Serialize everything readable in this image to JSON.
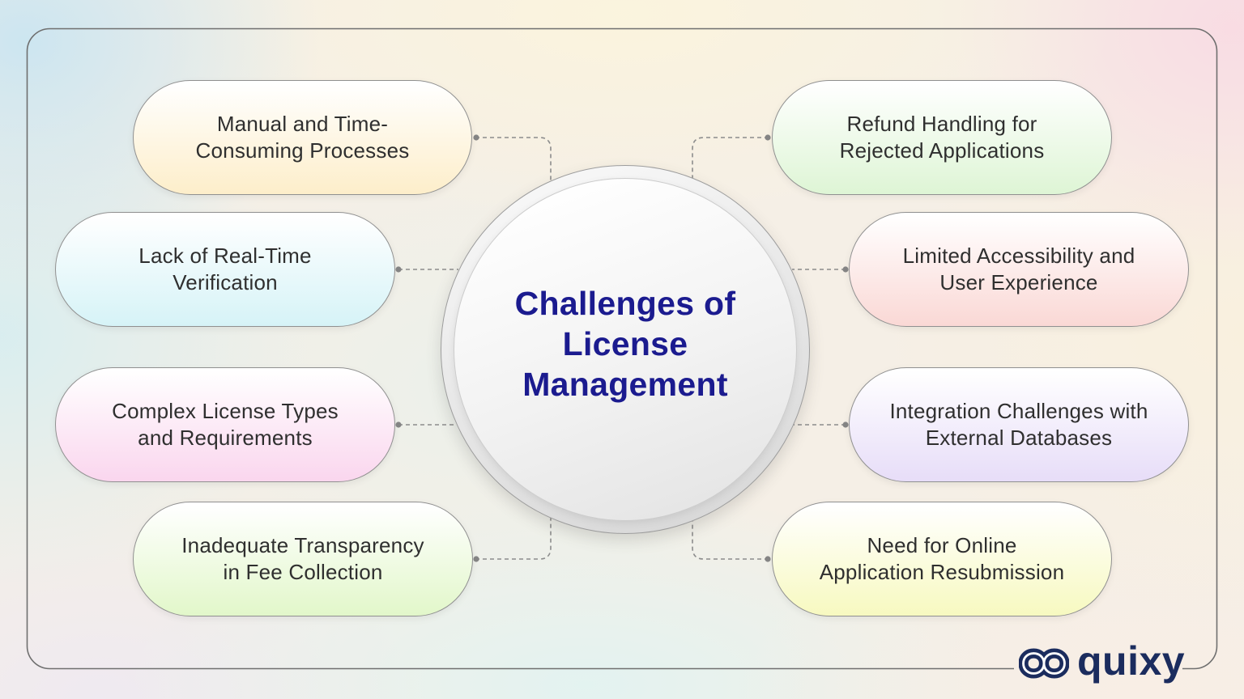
{
  "diagram": {
    "title": "Challenges of\nLicense\nManagement",
    "left_items": [
      {
        "label": "Manual and Time-Consuming Processes",
        "color": "#fdeeca"
      },
      {
        "label": "Lack of Real-Time Verification",
        "color": "#d6f3f7"
      },
      {
        "label": "Complex License Types and Requirements",
        "color": "#fad6ee"
      },
      {
        "label": "Inadequate Transparency in Fee Collection",
        "color": "#e2f7ca"
      }
    ],
    "right_items": [
      {
        "label": "Refund Handling for Rejected Applications",
        "color": "#def5d5"
      },
      {
        "label": "Limited Accessibility and User Experience",
        "color": "#fad8d5"
      },
      {
        "label": "Integration Challenges with External Databases",
        "color": "#e7ddf8"
      },
      {
        "label": "Need for Online Application Resubmission",
        "color": "#f7f9c0"
      }
    ],
    "colors": {
      "title_text": "#1b1b8f",
      "pill_text": "#2f2f2f",
      "pill_border": "#909090",
      "connector": "#8c8c8c",
      "frame_border": "#6f6f6f",
      "circle_fill": "#ececec",
      "logo_navy": "#1b2c5e"
    }
  },
  "logo": {
    "text": "quixy",
    "icon": "infinity-icon"
  }
}
